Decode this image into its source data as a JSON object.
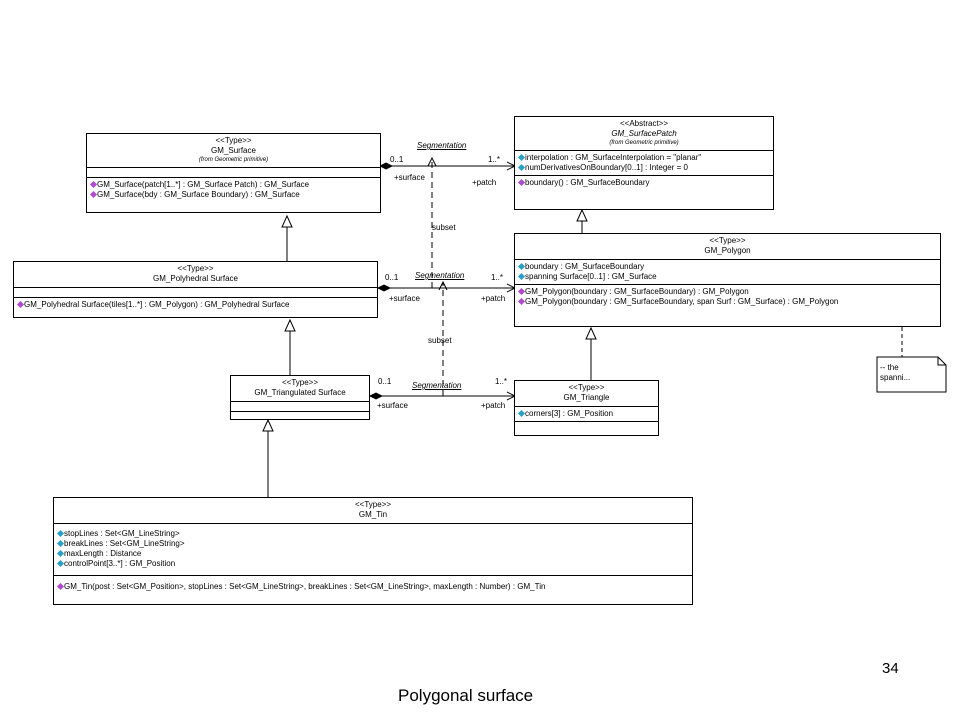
{
  "surface": {
    "stereotype": "<<Type>>",
    "name": "GM_Surface",
    "from": "(from Geometric primitive)",
    "ops": [
      "GM_Surface(patch[1..*] : GM_Surface Patch) : GM_Surface",
      "GM_Surface(bdy : GM_Surface Boundary) : GM_Surface"
    ]
  },
  "patch": {
    "stereotype": "<<Abstract>>",
    "name": "GM_SurfacePatch",
    "from": "(from Geometric primitive)",
    "attrs": [
      "interpolation : GM_SurfaceInterpolation = \"planar\"",
      "numDerivativesOnBoundary[0..1] : Integer = 0"
    ],
    "ops": [
      "boundary() : GM_SurfaceBoundary"
    ]
  },
  "polyhedral": {
    "stereotype": "<<Type>>",
    "name": "GM_Polyhedral Surface",
    "ops": [
      "GM_Polyhedral Surface(tiles[1..*] : GM_Polygon) : GM_Polyhedral Surface"
    ]
  },
  "polygon": {
    "stereotype": "<<Type>>",
    "name": "GM_Polygon",
    "attrs": [
      "boundary : GM_SurfaceBoundary",
      "spanning Surface[0..1] : GM_Surface"
    ],
    "ops": [
      "GM_Polygon(boundary : GM_SurfaceBoundary) : GM_Polygon",
      "GM_Polygon(boundary : GM_SurfaceBoundary, span Surf : GM_Surface) : GM_Polygon"
    ]
  },
  "triangulated": {
    "stereotype": "<<Type>>",
    "name": "GM_Triangulated Surface"
  },
  "triangle": {
    "stereotype": "<<Type>>",
    "name": "GM_Triangle",
    "attrs": [
      "corners[3] : GM_Position"
    ]
  },
  "tin": {
    "stereotype": "<<Type>>",
    "name": "GM_Tin",
    "attrs": [
      "stopLines : Set<GM_LineString>",
      "breakLines : Set<GM_LineString>",
      "maxLength : Distance",
      "controlPoint[3..*] : GM_Position"
    ],
    "ops": [
      "GM_Tin(post : Set<GM_Position>, stopLines : Set<GM_LineString>, breakLines : Set<GM_LineString>, maxLength : Number) : GM_Tin"
    ]
  },
  "assoc": {
    "a1": {
      "name": "Segmentation",
      "mult_src": "0..1",
      "mult_dst": "1..*",
      "role_src": "+surface",
      "role_dst": "+patch"
    },
    "a2": {
      "name": "Segmentation",
      "mult_src": "0..1",
      "mult_dst": "1..*",
      "role_src": "+surface",
      "role_dst": "+patch"
    },
    "a3": {
      "name": "Segmentation",
      "mult_src": "0..1",
      "mult_dst": "1..*",
      "role_src": "+surface",
      "role_dst": "+patch"
    },
    "subset1": "subset",
    "subset2": "subset"
  },
  "note": {
    "line1": "-- the",
    "line2": "spanni..."
  },
  "page_number": "34",
  "caption": "Polygonal surface"
}
